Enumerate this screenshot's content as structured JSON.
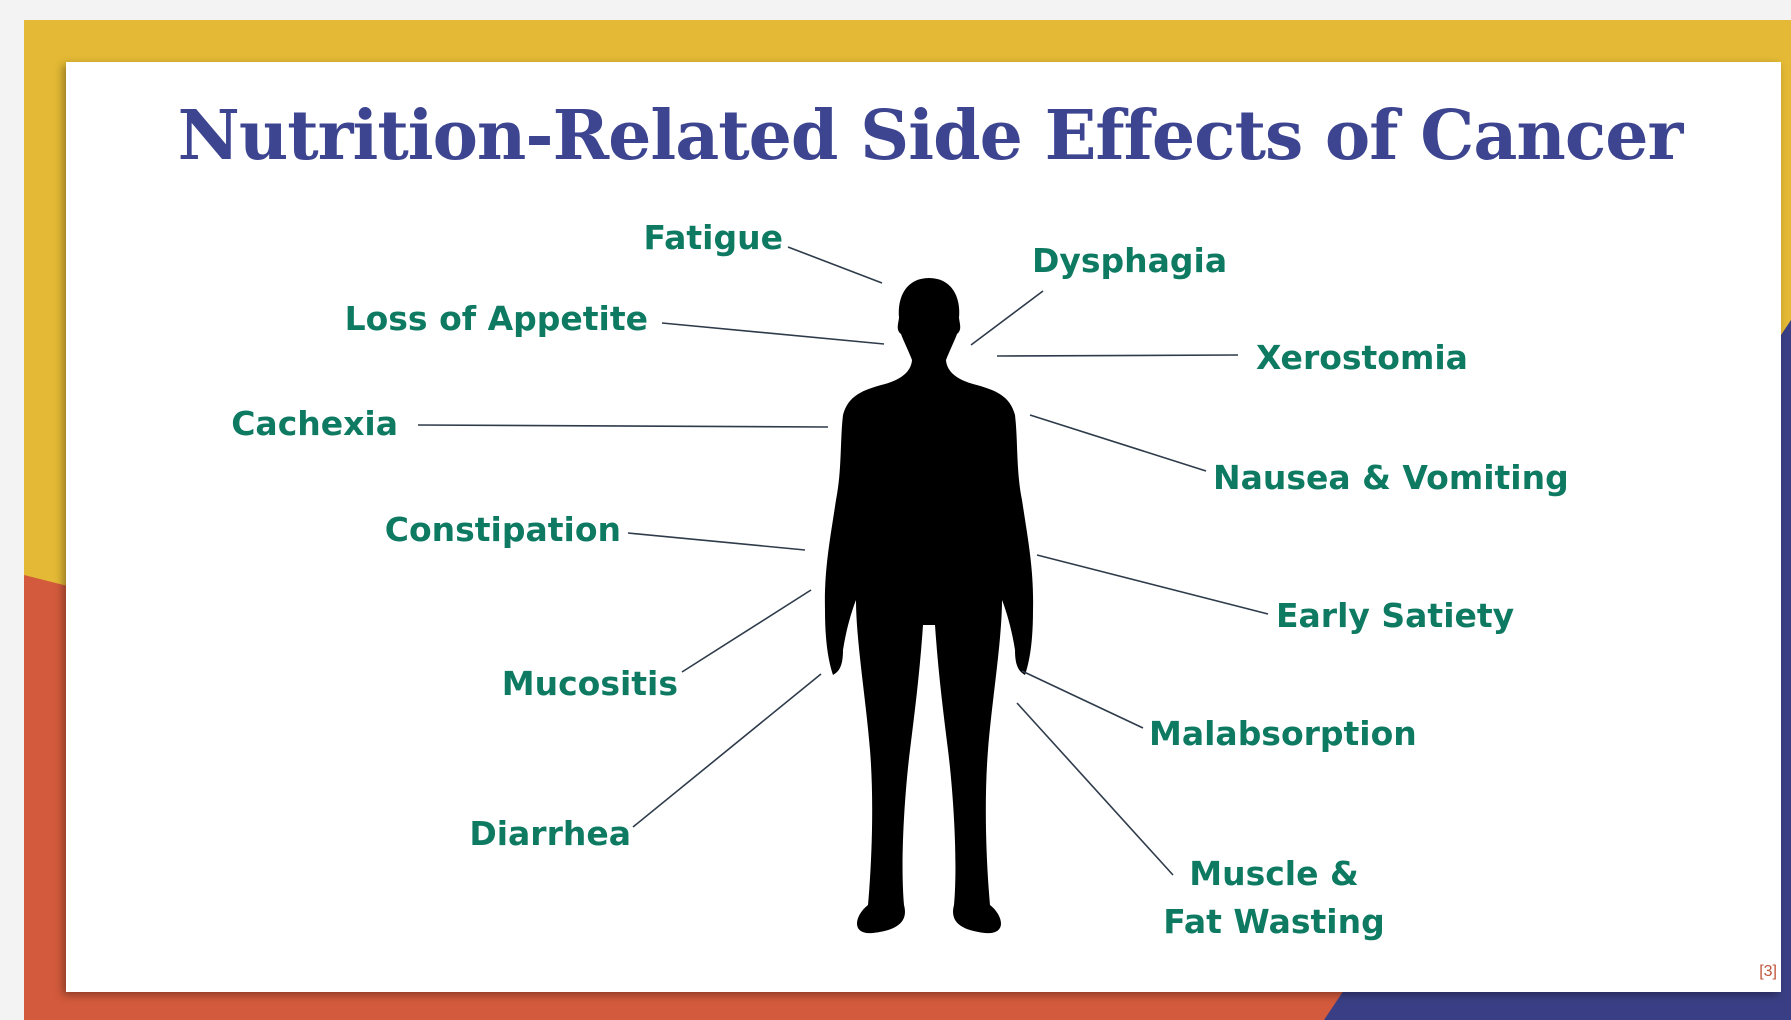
{
  "slide": {
    "title": "Nutrition-Related Side Effects of Cancer",
    "citation": "[3]",
    "colors": {
      "title": "#3d4591",
      "labels": "#0e7a62",
      "frame_yellow": "#e3b935",
      "frame_orange": "#d35a3c",
      "frame_navy": "#3a3f85",
      "silhouette": "#000000"
    }
  },
  "diagram": {
    "figure": "human-silhouette",
    "labels": {
      "fatigue": "Fatigue",
      "loss_of_appetite": "Loss of Appetite",
      "cachexia": "Cachexia",
      "constipation": "Constipation",
      "mucositis": "Mucositis",
      "diarrhea": "Diarrhea",
      "dysphagia": "Dysphagia",
      "xerostomia": "Xerostomia",
      "nausea_vomiting": "Nausea & Vomiting",
      "early_satiety": "Early Satiety",
      "malabsorption": "Malabsorption",
      "muscle_fat_wasting_line1": "Muscle &",
      "muscle_fat_wasting_line2": "Fat Wasting"
    }
  }
}
